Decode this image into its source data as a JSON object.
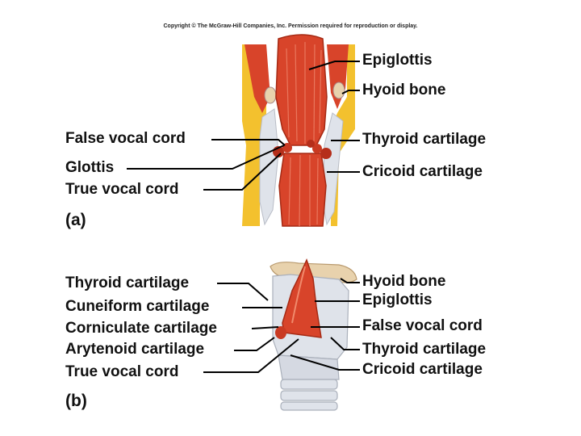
{
  "copyright": "Copyright © The McGraw-Hill Companies, Inc. Permission required for reproduction or display.",
  "panels": {
    "a": "(a)",
    "b": "(b)"
  },
  "labels_a": {
    "epiglottis": "Epiglottis",
    "hyoid_bone": "Hyoid bone",
    "false_vocal_cord": "False vocal cord",
    "thyroid_cartilage": "Thyroid cartilage",
    "glottis": "Glottis",
    "cricoid_cartilage": "Cricoid cartilage",
    "true_vocal_cord": "True vocal cord"
  },
  "labels_b": {
    "thyroid_cartilage_left": "Thyroid cartilage",
    "hyoid_bone": "Hyoid bone",
    "epiglottis": "Epiglottis",
    "cuneiform_cartilage": "Cuneiform cartilage",
    "corniculate_cartilage": "Corniculate cartilage",
    "false_vocal_cord": "False vocal cord",
    "arytenoid_cartilage": "Arytenoid cartilage",
    "thyroid_cartilage_right": "Thyroid cartilage",
    "true_vocal_cord": "True vocal cord",
    "cricoid_cartilage": "Cricoid cartilage"
  },
  "colors": {
    "muscle_red": "#d8442a",
    "muscle_dark": "#b52e1a",
    "fat_yellow": "#f3c12e",
    "cartilage": "#dfe3ea",
    "bone": "#e8d2ad"
  }
}
